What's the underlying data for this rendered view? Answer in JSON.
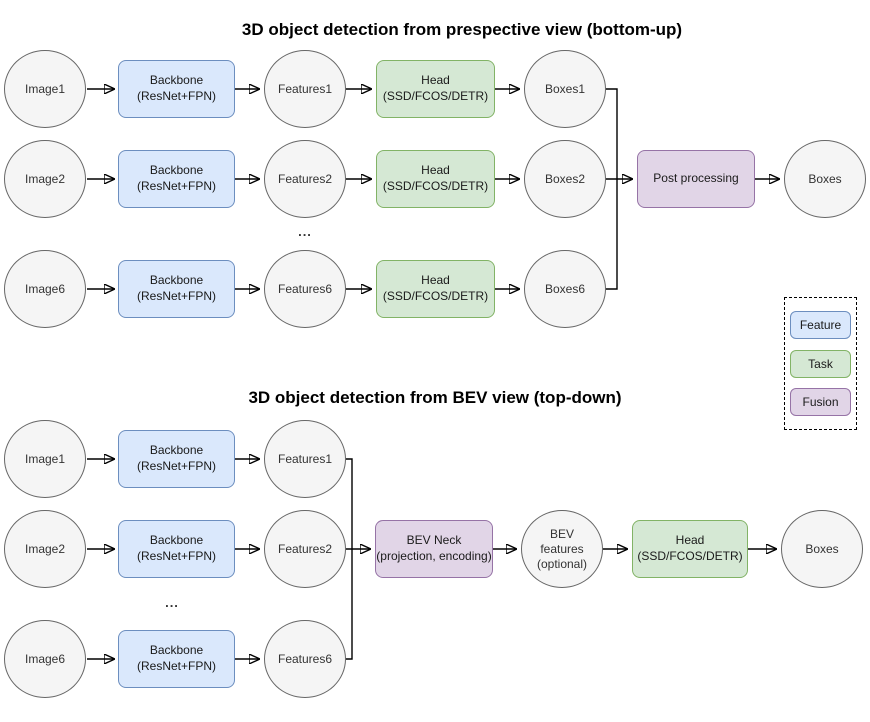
{
  "titles": {
    "top": "3D object detection from prespective view (bottom-up)",
    "bottom": "3D object detection from BEV view (top-down)"
  },
  "top_pipeline": {
    "rows": [
      {
        "image": "Image1",
        "backbone": "Backbone",
        "backbone_sub": "(ResNet+FPN)",
        "features": "Features1",
        "head": "Head",
        "head_sub": "(SSD/FCOS/DETR)",
        "boxes": "Boxes1"
      },
      {
        "image": "Image2",
        "backbone": "Backbone",
        "backbone_sub": "(ResNet+FPN)",
        "features": "Features2",
        "head": "Head",
        "head_sub": "(SSD/FCOS/DETR)",
        "boxes": "Boxes2"
      },
      {
        "image": "Image6",
        "backbone": "Backbone",
        "backbone_sub": "(ResNet+FPN)",
        "features": "Features6",
        "head": "Head",
        "head_sub": "(SSD/FCOS/DETR)",
        "boxes": "Boxes6"
      }
    ],
    "ellipsis": "...",
    "post_processing": "Post processing",
    "output": "Boxes"
  },
  "bottom_pipeline": {
    "rows": [
      {
        "image": "Image1",
        "backbone": "Backbone",
        "backbone_sub": "(ResNet+FPN)",
        "features": "Features1"
      },
      {
        "image": "Image2",
        "backbone": "Backbone",
        "backbone_sub": "(ResNet+FPN)",
        "features": "Features2"
      },
      {
        "image": "Image6",
        "backbone": "Backbone",
        "backbone_sub": "(ResNet+FPN)",
        "features": "Features6"
      }
    ],
    "ellipsis": "...",
    "bev_neck": "BEV Neck",
    "bev_neck_sub": "(projection, encoding)",
    "bev_features_l1": "BEV",
    "bev_features_l2": "features",
    "bev_features_l3": "(optional)",
    "head": "Head",
    "head_sub": "(SSD/FCOS/DETR)",
    "output": "Boxes"
  },
  "legend": {
    "items": [
      {
        "label": "Feature",
        "color_fill": "#dae8fc",
        "color_stroke": "#6c8ebf"
      },
      {
        "label": "Task",
        "color_fill": "#d5e8d4",
        "color_stroke": "#82b366"
      },
      {
        "label": "Fusion",
        "color_fill": "#e1d5e7",
        "color_stroke": "#9673a6"
      }
    ]
  },
  "colors": {
    "node_fill": "#f5f5f5",
    "node_stroke": "#666666",
    "edge": "#000000"
  }
}
